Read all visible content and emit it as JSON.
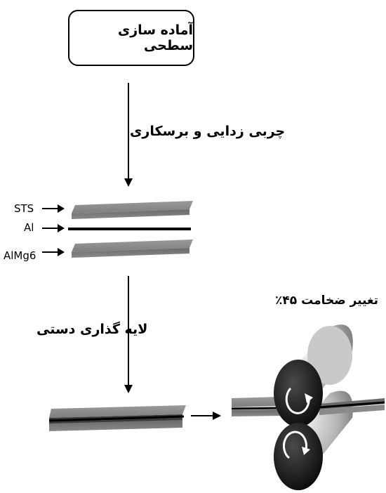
{
  "surface_box": "آماده سازی سطحی",
  "step_degrease": "چربی زدایی و برسکاری",
  "step_layering": "لایه گذاری دستی",
  "thickness_change": "تغییر ضخامت ۴۵٪",
  "layers": {
    "top": "STS",
    "middle": "Al",
    "bottom": "AlMg6"
  }
}
